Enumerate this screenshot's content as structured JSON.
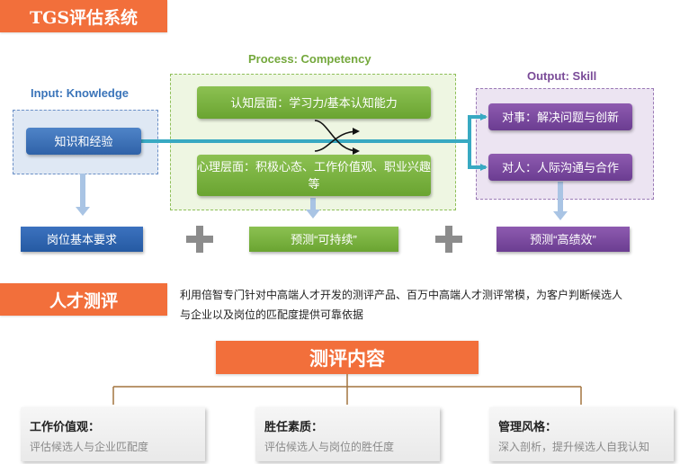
{
  "tags": {
    "system_title": "TGS评估系统",
    "talent_title": "人才测评"
  },
  "headers": {
    "input": "Input: Knowledge",
    "process": "Process: Competency",
    "output": "Output: Skill"
  },
  "boxes": {
    "knowledge": "知识和经验",
    "cognitive": "认知层面：学习力/基本认知能力",
    "psych": "心理层面：积极心态、工作价值观、职业兴趣等",
    "task": "对事：解决问题与创新",
    "people": "对人：人际沟通与合作"
  },
  "bottom": {
    "requirement": "岗位基本要求",
    "sustain": "预测“可持续”",
    "performance": "预测“高绩效”"
  },
  "description": "利用倍智专门针对中高端人才开发的测评产品、百万中高端人才测评常模，为客户判断候选人与企业以及岗位的匹配度提供可靠依据",
  "content_title": "测评内容",
  "cards": [
    {
      "title": "工作价值观：",
      "sub": "评估候选人与企业匹配度"
    },
    {
      "title": "胜任素质：",
      "sub": "评估候选人与岗位的胜任度"
    },
    {
      "title": "管理风格：",
      "sub": "深入剖析，提升候选人自我认知"
    }
  ],
  "colors": {
    "accent_orange": "#f26f3b",
    "input_blue": "#3a74b9",
    "process_green": "#74a83c",
    "output_purple": "#7a4b98",
    "flow_teal": "#38a9c2"
  }
}
